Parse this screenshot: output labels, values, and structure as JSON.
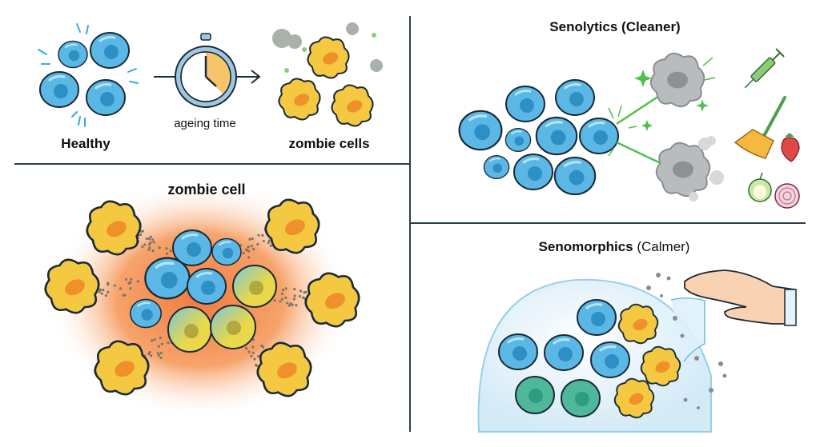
{
  "panels": {
    "ageing": {
      "healthy_label": "Healthy",
      "time_label": "ageing time",
      "zombie_label": "zombie cells"
    },
    "zombie_cell": {
      "title": "zombie cell"
    },
    "senolytics": {
      "title": "Senolytics (Cleaner)",
      "icons": [
        "syringe-icon",
        "broom-icon",
        "strawberry-icon",
        "apple-icon",
        "onion-icon"
      ]
    },
    "senomorphics": {
      "title_bold": "Senomorphics",
      "title_normal": "(Calmer)"
    }
  },
  "colors": {
    "healthy_cell": "#5bb8e6",
    "healthy_nucleus": "#2e8fc4",
    "zombie_cell": "#f5c842",
    "zombie_nucleus": "#f0902a",
    "inflammation": "#f5a060",
    "green_accent": "#4cc24c",
    "calm_cell": "#4fb89a",
    "divider": "#2c3e4a"
  }
}
